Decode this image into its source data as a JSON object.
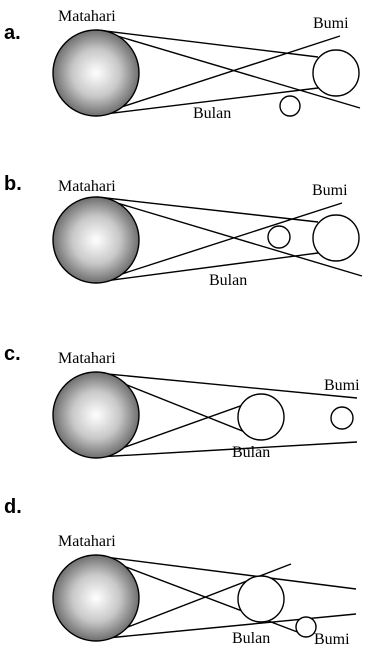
{
  "options": [
    {
      "letter": "a.",
      "sun_label": "Matahari",
      "earth_label": "Bumi",
      "moon_label": "Bulan"
    },
    {
      "letter": "b.",
      "sun_label": "Matahari",
      "earth_label": "Bumi",
      "moon_label": "Bulan"
    },
    {
      "letter": "c.",
      "sun_label": "Matahari",
      "earth_label": "Bumi",
      "moon_label": "Bulan"
    },
    {
      "letter": "d.",
      "sun_label": "Matahari",
      "earth_label": "Bumi",
      "moon_label": "Bulan"
    }
  ]
}
